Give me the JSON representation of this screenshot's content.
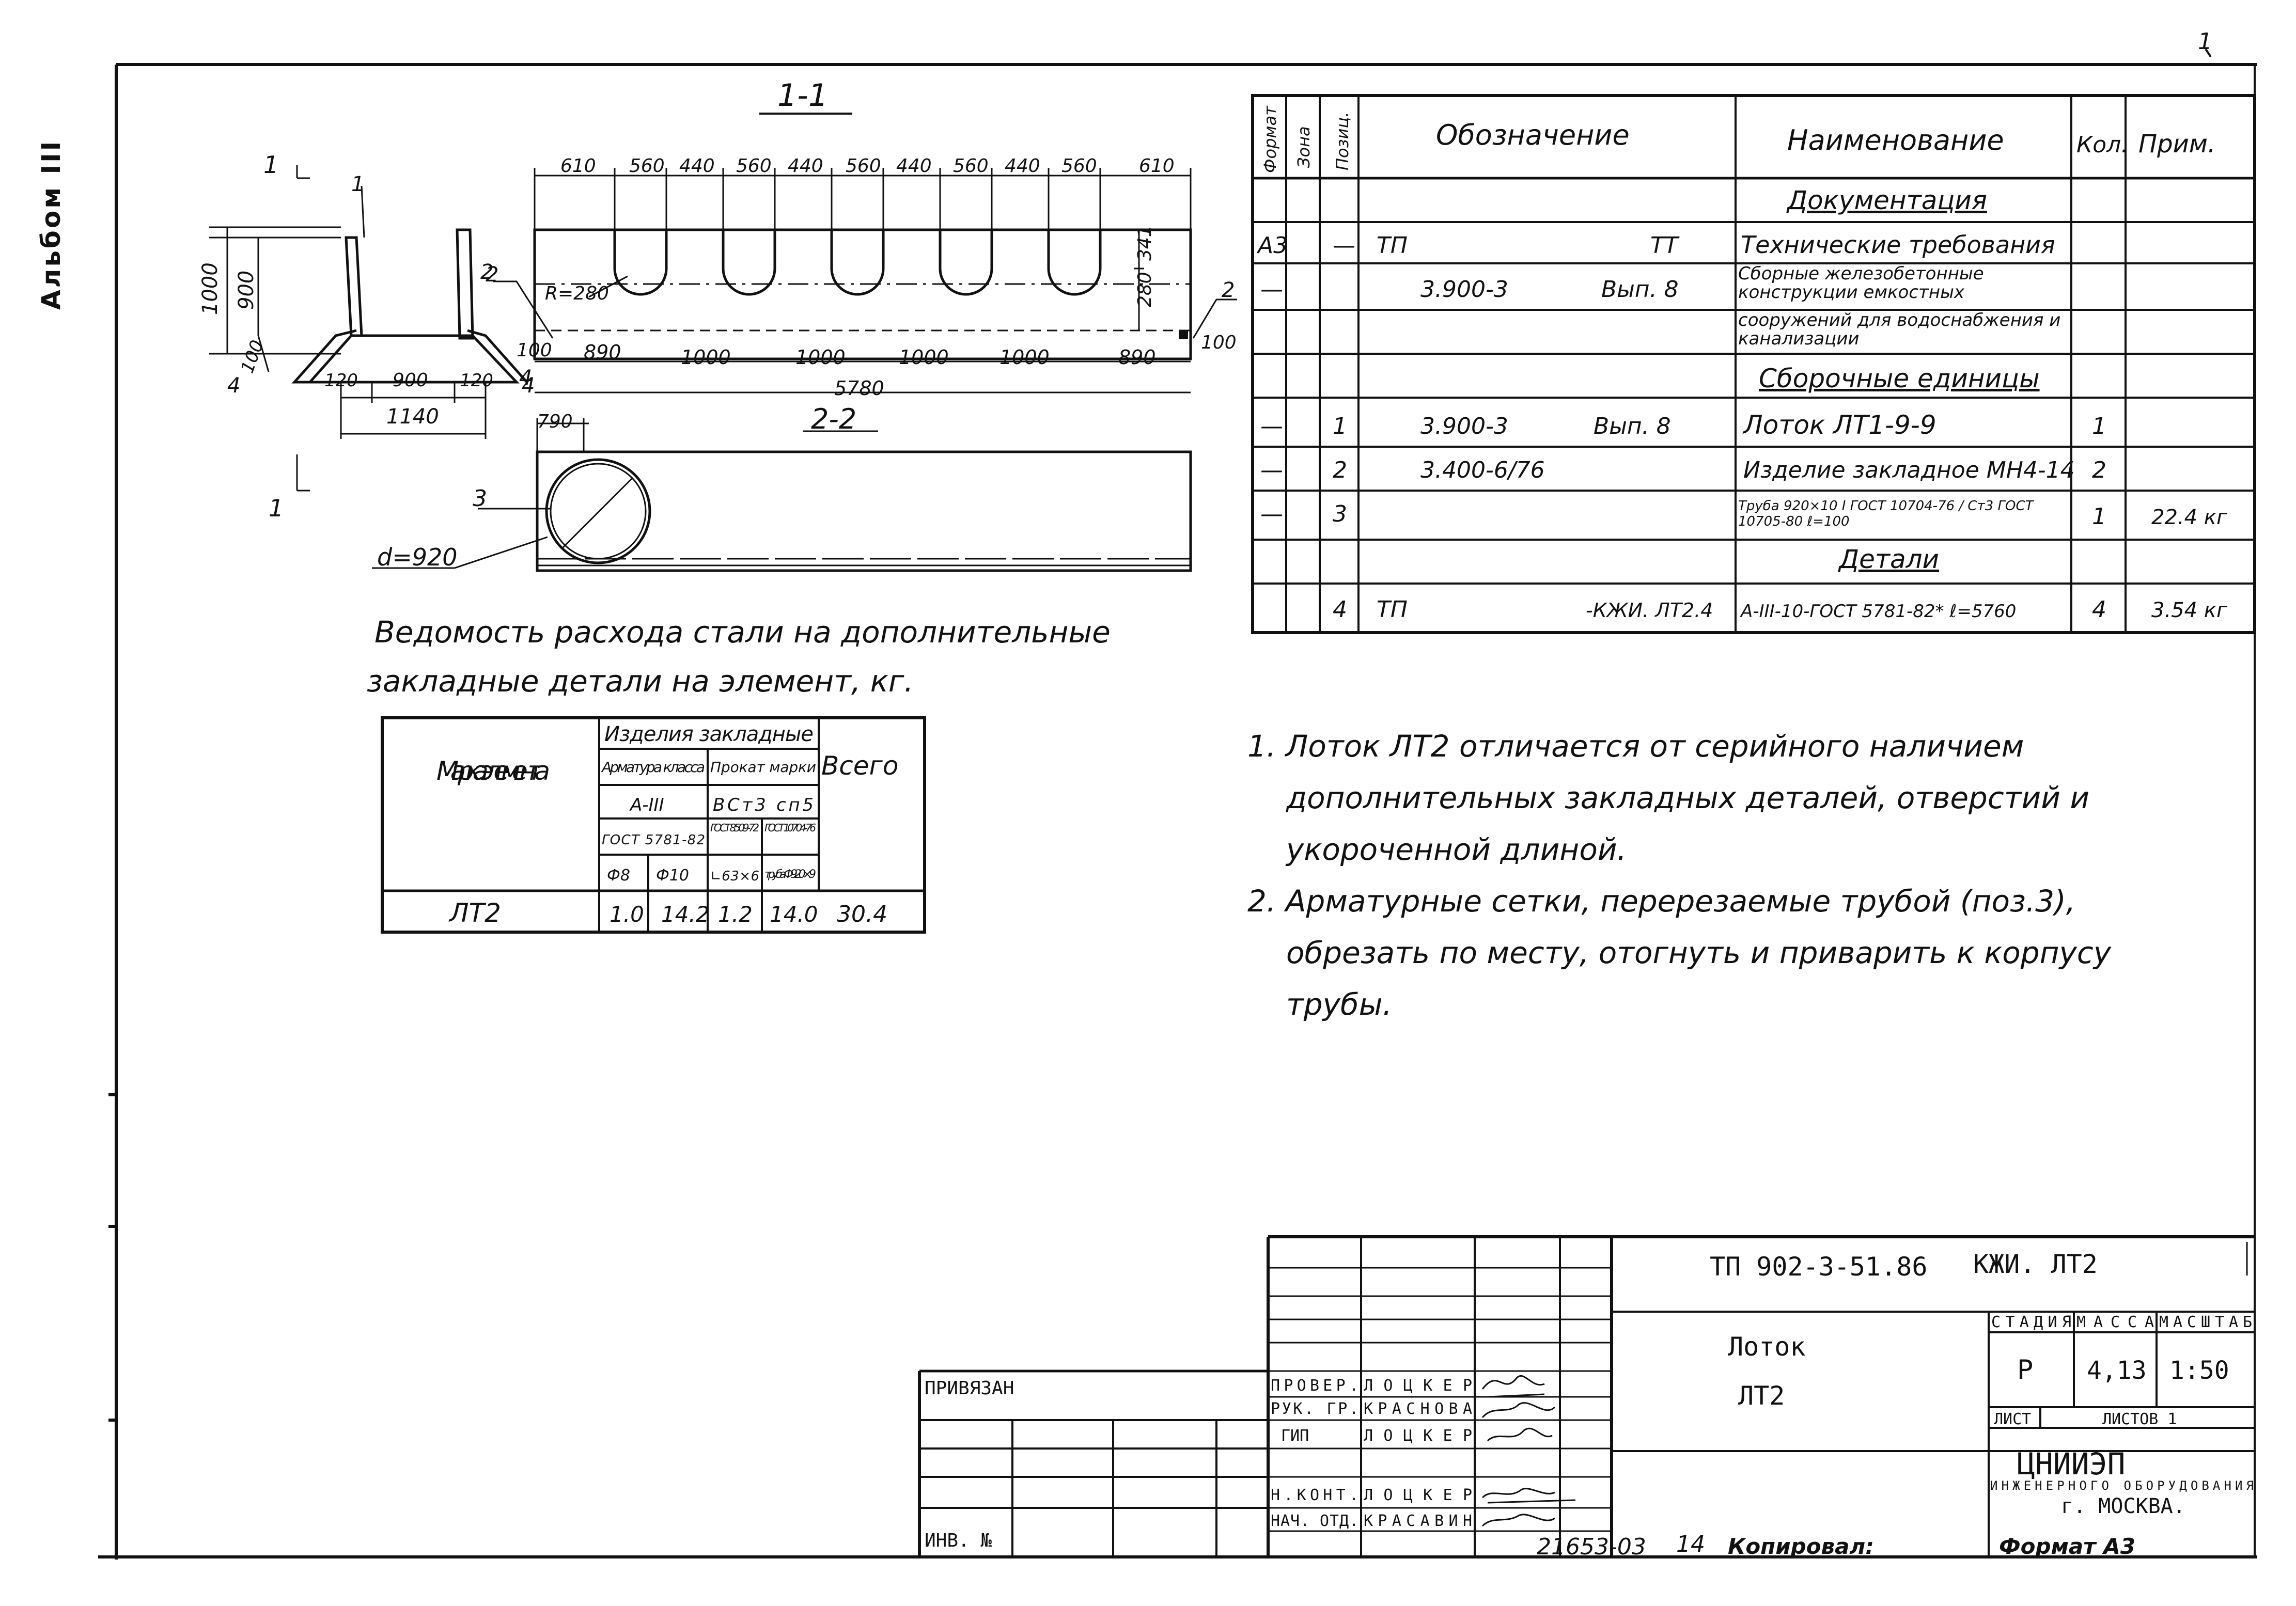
{
  "corner_mark": "1",
  "album_label": "Альбом III",
  "drawing": {
    "section_1_1": {
      "title": "1-1",
      "top_dims": [
        "610",
        "560",
        "440",
        "560",
        "440",
        "560",
        "440",
        "560",
        "440",
        "560",
        "610"
      ],
      "bottom_dims": [
        "890",
        "1000",
        "1000",
        "1000",
        "1000",
        "890"
      ],
      "total_length": "5780",
      "radius": "R=280",
      "right_dims": [
        "341",
        "280"
      ],
      "left_edge_dim": "100",
      "right_edge_dim": "100",
      "callout": "2",
      "callout_right": "2",
      "left_marker": "4"
    },
    "cross_section": {
      "cut_mark_top": "1",
      "cut_mark_bottom": "1",
      "part_label": "1",
      "heights": [
        "1000",
        "900"
      ],
      "base_dims": [
        "120",
        "900",
        "120"
      ],
      "overall_width": "1140",
      "base_height": "100",
      "callout": "2",
      "side_labels": [
        "4",
        "4"
      ],
      "edge_dim": "100"
    },
    "section_2_2": {
      "title": "2-2",
      "offset": "790",
      "part_label": "3",
      "diameter": "d=920"
    }
  },
  "spec_table": {
    "headers": [
      "Формат",
      "Зона",
      "Позиц.",
      "Обозначение",
      "Наименование",
      "Кол.",
      "Прим."
    ],
    "rows": [
      {
        "fmt": "",
        "zone": "",
        "pos": "",
        "code": "",
        "name": "Документация",
        "qty": "",
        "note": "",
        "type": "section"
      },
      {
        "fmt": "А3",
        "zone": "",
        "pos": "—",
        "code": "ТП",
        "code2": "ТТ",
        "name": "Технические требования",
        "qty": "",
        "note": "",
        "type": "row"
      },
      {
        "fmt": "—",
        "zone": "",
        "pos": "",
        "code": "3.900-3",
        "code2": "Вып. 8",
        "name": "Сборные железобетонные конструкции емкостных",
        "qty": "",
        "note": "",
        "type": "row"
      },
      {
        "fmt": "",
        "zone": "",
        "pos": "",
        "code": "",
        "code2": "",
        "name": "сооружений для водоснабжения и канализации",
        "qty": "",
        "note": "",
        "type": "row"
      },
      {
        "fmt": "",
        "zone": "",
        "pos": "",
        "code": "",
        "name": "Сборочные единицы",
        "qty": "",
        "note": "",
        "type": "section"
      },
      {
        "fmt": "—",
        "zone": "",
        "pos": "1",
        "code": "3.900-3",
        "code2": "Вып. 8",
        "name": "Лоток ЛТ1-9-9",
        "qty": "1",
        "note": "",
        "type": "row"
      },
      {
        "fmt": "—",
        "zone": "",
        "pos": "2",
        "code": "3.400-6/76",
        "code2": "",
        "name": "Изделие закладное МН4-14",
        "qty": "2",
        "note": "",
        "type": "row"
      },
      {
        "fmt": "—",
        "zone": "",
        "pos": "3",
        "code": "",
        "code2": "",
        "name": "Труба 920×10 I ГОСТ 10704-76 / Ст3 ГОСТ 10705-80 ℓ=100",
        "qty": "1",
        "note": "22.4 кг",
        "type": "row"
      },
      {
        "fmt": "",
        "zone": "",
        "pos": "",
        "code": "",
        "name": "Детали",
        "qty": "",
        "note": "",
        "type": "section"
      },
      {
        "fmt": "",
        "zone": "",
        "pos": "4",
        "code": "ТП",
        "code2": "-КЖИ. ЛТ2.4",
        "name": "А-III-10-ГОСТ 5781-82* ℓ=5760",
        "qty": "4",
        "note": "3.54 кг",
        "type": "row"
      }
    ]
  },
  "steel_statement": {
    "title_line1": "Ведомость расхода стали на дополнительные",
    "title_line2": "закладные детали на элемент, кг.",
    "col_mark": "Марка элемента",
    "col_group": "Изделия закладные",
    "col_rebar": "Арматура класса",
    "col_rolled": "Прокат марки",
    "rebar_class": "А-III",
    "rolled_mark": "ВСт3 сп5",
    "rebar_std": "ГОСТ 5781-82",
    "rolled_std1": "ГОСТ 8509-72",
    "rolled_std2": "ГОСТ 10704-76",
    "sizes": [
      "Ф8",
      "Ф10",
      "∟63×6",
      "труба Ф920×9"
    ],
    "col_total": "Всего",
    "row": {
      "mark": "ЛТ2",
      "values": [
        "1.0",
        "14.2",
        "1.2",
        "14.0"
      ],
      "total": "30.4"
    }
  },
  "notes": [
    "1. Лоток ЛТ2 отличается от серийного наличием",
    "дополнительных закладных деталей, отверстий и",
    "укороченной длиной.",
    "2. Арматурные сетки, перерезаемые трубой (поз.3),",
    "обрезать по месту, отогнуть и приварить к корпусу",
    "трубы."
  ],
  "title_block": {
    "doc_code": "ТП 902-3-51.86",
    "doc_suffix": "КЖИ. ЛТ2",
    "name_line1": "Лоток",
    "name_line2": "ЛТ2",
    "stage_label": "СТАДИЯ",
    "mass_label": "МАССА",
    "scale_label": "МАСШТАБ",
    "stage": "Р",
    "mass": "4,13",
    "scale": "1:50",
    "sheet_label": "ЛИСТ",
    "sheets_label": "ЛИСТОВ 1",
    "org1": "ЦНИИЭП",
    "org2": "ИНЖЕНЕРНОГО ОБОРУДОВАНИЯ",
    "org3": "г. МОСКВА.",
    "attached": "ПРИВЯЗАН",
    "inv": "ИНВ. №",
    "roles": [
      {
        "role": "ПРОВЕР.",
        "name": "ЛОЦКЕР"
      },
      {
        "role": "РУК. ГР.",
        "name": "КРАСНОВА"
      },
      {
        "role": "ГИП",
        "name": "ЛОЦКЕР"
      },
      {
        "role": "",
        "name": ""
      },
      {
        "role": "Н.КОНТ.",
        "name": "ЛОЦКЕР"
      },
      {
        "role": "НАЧ. ОТД.",
        "name": "КРАСАВИН"
      }
    ]
  },
  "footer": {
    "number": "21653-03",
    "page": "14",
    "copied": "Копировал:",
    "format": "Формат А3"
  }
}
